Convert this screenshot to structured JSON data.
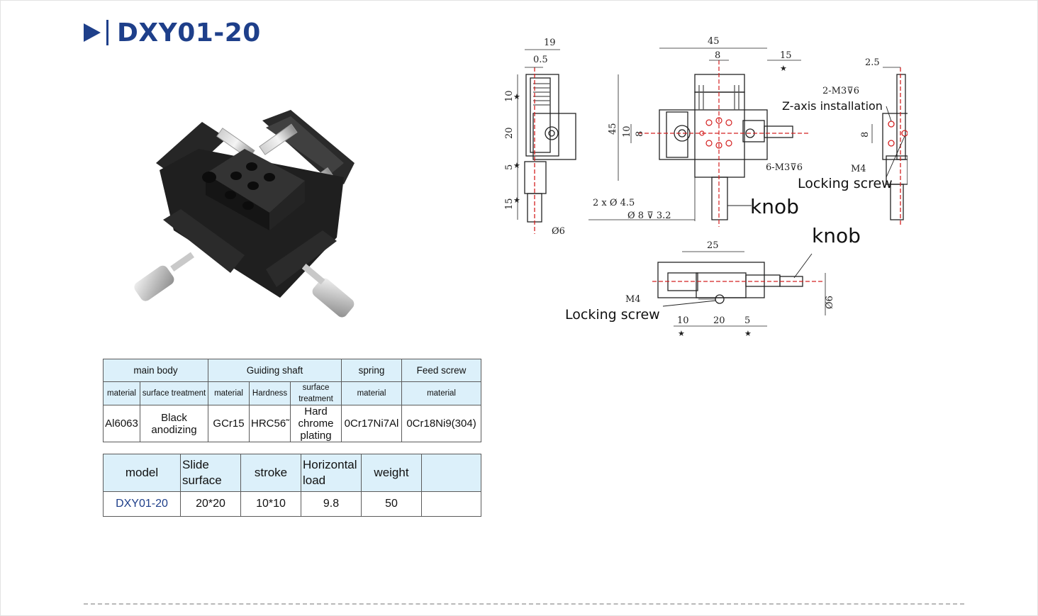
{
  "title": "DXY01-20",
  "drawing_labels": {
    "z_axis": "Z-axis installation",
    "knob_1": "knob",
    "knob_2": "knob",
    "locking_1": "Locking screw",
    "locking_2": "Locking screw",
    "dims": {
      "d19": "19",
      "d05": "0.5",
      "d10a": "10",
      "d20a": "20",
      "d5a": "5",
      "d15a": "15",
      "d6a": "Ø6",
      "d45top": "45",
      "d8top": "8",
      "d15right": "15",
      "d45left": "45",
      "d10l": "10",
      "d8l": "8",
      "holes2": "2 x Ø 4.5",
      "cbore": "Ø 8 ⊽ 3.2",
      "m3_6": "6-M3⊽6",
      "d25": "2.5",
      "m3_2": "2-M3⊽6",
      "d8r": "8",
      "m4r": "M4",
      "d25b": "25",
      "m4b": "M4",
      "d6b": "Ø6",
      "d10b": "10",
      "d20b": "20",
      "d5b": "5"
    }
  },
  "materials_table": {
    "groups": [
      "main body",
      "Guiding shaft",
      "spring",
      "Feed screw"
    ],
    "subheaders": [
      "material",
      "surface treatment",
      "material",
      "Hardness",
      "surface treatment",
      "material",
      "material"
    ],
    "values": [
      "Al6063",
      "Black anodizing",
      "GCr15",
      "HRC56˜",
      "Hard chrome plating",
      "0Cr17Ni7Al",
      "0Cr18Ni9(304)"
    ]
  },
  "model_table": {
    "headers": [
      "model",
      "Slide surface",
      "stroke",
      "Horizontal load",
      "weight",
      ""
    ],
    "row": [
      "DXY01-20",
      "20*20",
      "10*10",
      "9.8",
      "50",
      ""
    ]
  },
  "colors": {
    "title_blue": "#1e3f8a",
    "table_header": "#dcf0fa",
    "red_center": "#d42020"
  }
}
